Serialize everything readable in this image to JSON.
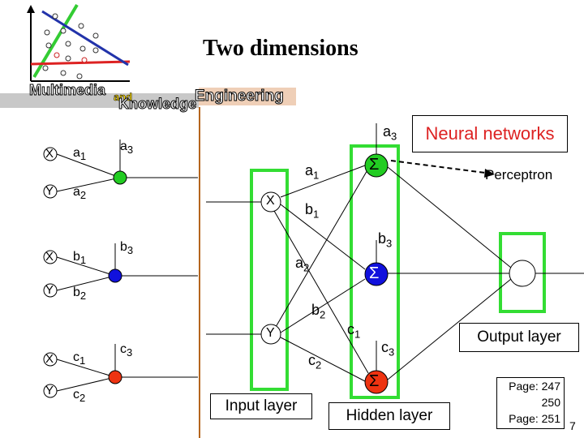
{
  "title": "Two dimensions",
  "logo": {
    "line1": "Multimedia",
    "line2": "and",
    "line3": "Knowledge",
    "line4": "Engineering"
  },
  "left": {
    "x": "X",
    "y": "Y",
    "a1": "a",
    "a1s": "1",
    "a2": "a",
    "a2s": "2",
    "a3": "a",
    "a3s": "3",
    "b1": "b",
    "b1s": "1",
    "b2": "b",
    "b2s": "2",
    "b3": "b",
    "b3s": "3",
    "c1": "c",
    "c1s": "1",
    "c2": "c",
    "c2s": "2",
    "c3": "c",
    "c3s": "3"
  },
  "right": {
    "neural_networks": "Neural networks",
    "perceptron": "Perceptron",
    "sum": "Σ",
    "x": "X",
    "y": "Y",
    "a1": "a",
    "a1s": "1",
    "a2": "a",
    "a2s": "2",
    "a3": "a",
    "a3s": "3",
    "b1": "b",
    "b1s": "1",
    "b2": "b",
    "b2s": "2",
    "b3": "b",
    "b3s": "3",
    "c1": "c",
    "c1s": "1",
    "c2": "c",
    "c2s": "2",
    "c3": "c",
    "c3s": "3",
    "input_layer": "Input layer",
    "hidden_layer": "Hidden layer",
    "output_layer": "Output layer"
  },
  "page_ref": {
    "line1": "Page: 247",
    "line2": "250",
    "line3": "Page: 251"
  },
  "slide_number": "7",
  "colors": {
    "green": "#22cc22",
    "blue": "#1111dd",
    "red": "#ee3311",
    "box_green": "#33dd33",
    "divider": "#b5651d"
  }
}
